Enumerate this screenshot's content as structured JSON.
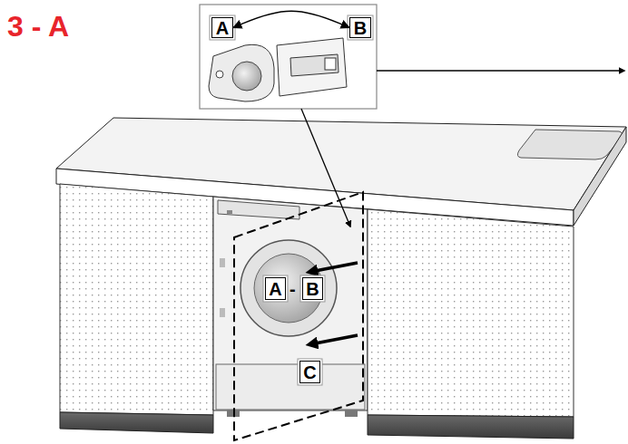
{
  "diagram": {
    "nodes": [
      {
        "text": [
          "A"
        ]
      },
      {
        "text": [
          "B"
        ]
      },
      {
        "text": [
          "A"
        ]
      },
      {
        "text": [
          "B"
        ]
      },
      {
        "text": [
          "C"
        ]
      }
    ],
    "edges": [
      {
        "from": 0,
        "to": 1,
        "arrow": "both"
      }
    ],
    "labels": [
      "3 - A",
      "-"
    ]
  }
}
